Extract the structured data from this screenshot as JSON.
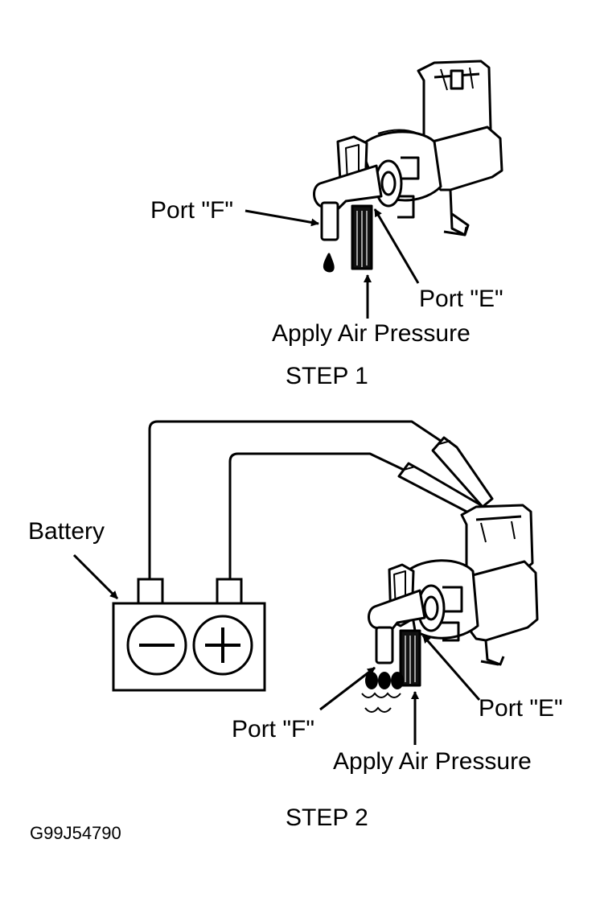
{
  "step1": {
    "title": "STEP 1",
    "port_f_label": "Port \"F\"",
    "port_e_label": "Port \"E\"",
    "apply_label": "Apply Air Pressure"
  },
  "step2": {
    "title": "STEP 2",
    "battery_label": "Battery",
    "port_f_label": "Port \"F\"",
    "port_e_label": "Port \"E\"",
    "apply_label": "Apply Air Pressure"
  },
  "figure_code": "G99J54790",
  "colors": {
    "ink": "#000000",
    "paper": "#ffffff"
  }
}
